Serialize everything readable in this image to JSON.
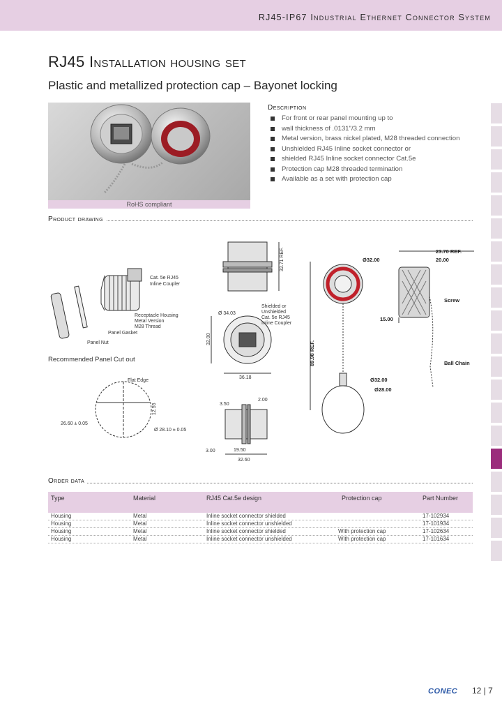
{
  "header": {
    "title": "RJ45-IP67 Industrial Ethernet Connector System"
  },
  "page": {
    "title": "RJ45 Installation housing set",
    "subtitle": "Plastic and metallized protection cap – Bayonet locking"
  },
  "photo": {
    "caption": "RoHS compliant"
  },
  "description": {
    "heading": "Description",
    "items": [
      "For front or rear panel mounting up to",
      "wall thickness of .0131\"/3.2 mm",
      "Metal version, brass nickel plated, M28 threaded connection",
      "Unshielded RJ45 Inline socket connector or",
      "shielded RJ45 Inline socket connector Cat.5e",
      "Protection cap M28 threaded termination",
      "Available as a set with protection cap"
    ]
  },
  "product_drawing": {
    "heading": "Product drawing",
    "labels": {
      "cat5e": "Cat. 5e RJ45",
      "inline_coupler": "Inline Coupler",
      "receptacle": "Receptacle Housing",
      "metal_version": "Metal Version",
      "m28": "M28 Thread",
      "panel_gasket": "Panel Gasket",
      "panel_nut": "Panel Nut",
      "dim_3271": "32.71 REF.",
      "dim_d3403": "Ø 34.03",
      "shielded": "Shielded or",
      "unshielded": "Unshielded",
      "cat5e_2": "Cat. 5e RJ45",
      "inline_coupler_2": "Inline Coupler",
      "dim_3200v": "32.00",
      "dim_3618": "36.18",
      "dim_350": "3.50",
      "dim_200": "2.00",
      "dim_300": "3.00",
      "dim_1950": "19.50",
      "dim_3260": "32.60",
      "dim_d3200": "Ø32.00",
      "dim_8998": "89.98 REF.",
      "dim_d3200b": "Ø32.00",
      "dim_d2800": "Ø28.00",
      "dim_2370": "23.70 REF.",
      "dim_2000": "20.00",
      "dim_1500": "15.00",
      "screw": "Screw",
      "ball_chain": "Ball Chain",
      "flat_edge": "Flat Edge",
      "dim_2660": "26.60 ± 0.05",
      "dim_1255": "12.55",
      "dim_d2810": "Ø 28.10 ± 0.05"
    },
    "panel_cutout_title": "Recommended Panel Cut out"
  },
  "order_data": {
    "heading": "Order data",
    "columns": [
      "Type",
      "Material",
      "RJ45 Cat.5e design",
      "Protection cap",
      "Part Number"
    ],
    "rows": [
      [
        "Housing",
        "Metal",
        "Inline socket connector shielded",
        "",
        "17-102934"
      ],
      [
        "Housing",
        "Metal",
        "Inline socket connector unshielded",
        "",
        "17-101934"
      ],
      [
        "Housing",
        "Metal",
        "Inline socket connector shielded",
        "With protection cap",
        "17-102634"
      ],
      [
        "Housing",
        "Metal",
        "Inline socket connector unshielded",
        "With protection cap",
        "17-101634"
      ]
    ]
  },
  "footer": {
    "brand": "CONEC",
    "page": "12 | 7"
  },
  "colors": {
    "accent": "#e6cfe3",
    "active_tab": "#9b2d7c"
  }
}
